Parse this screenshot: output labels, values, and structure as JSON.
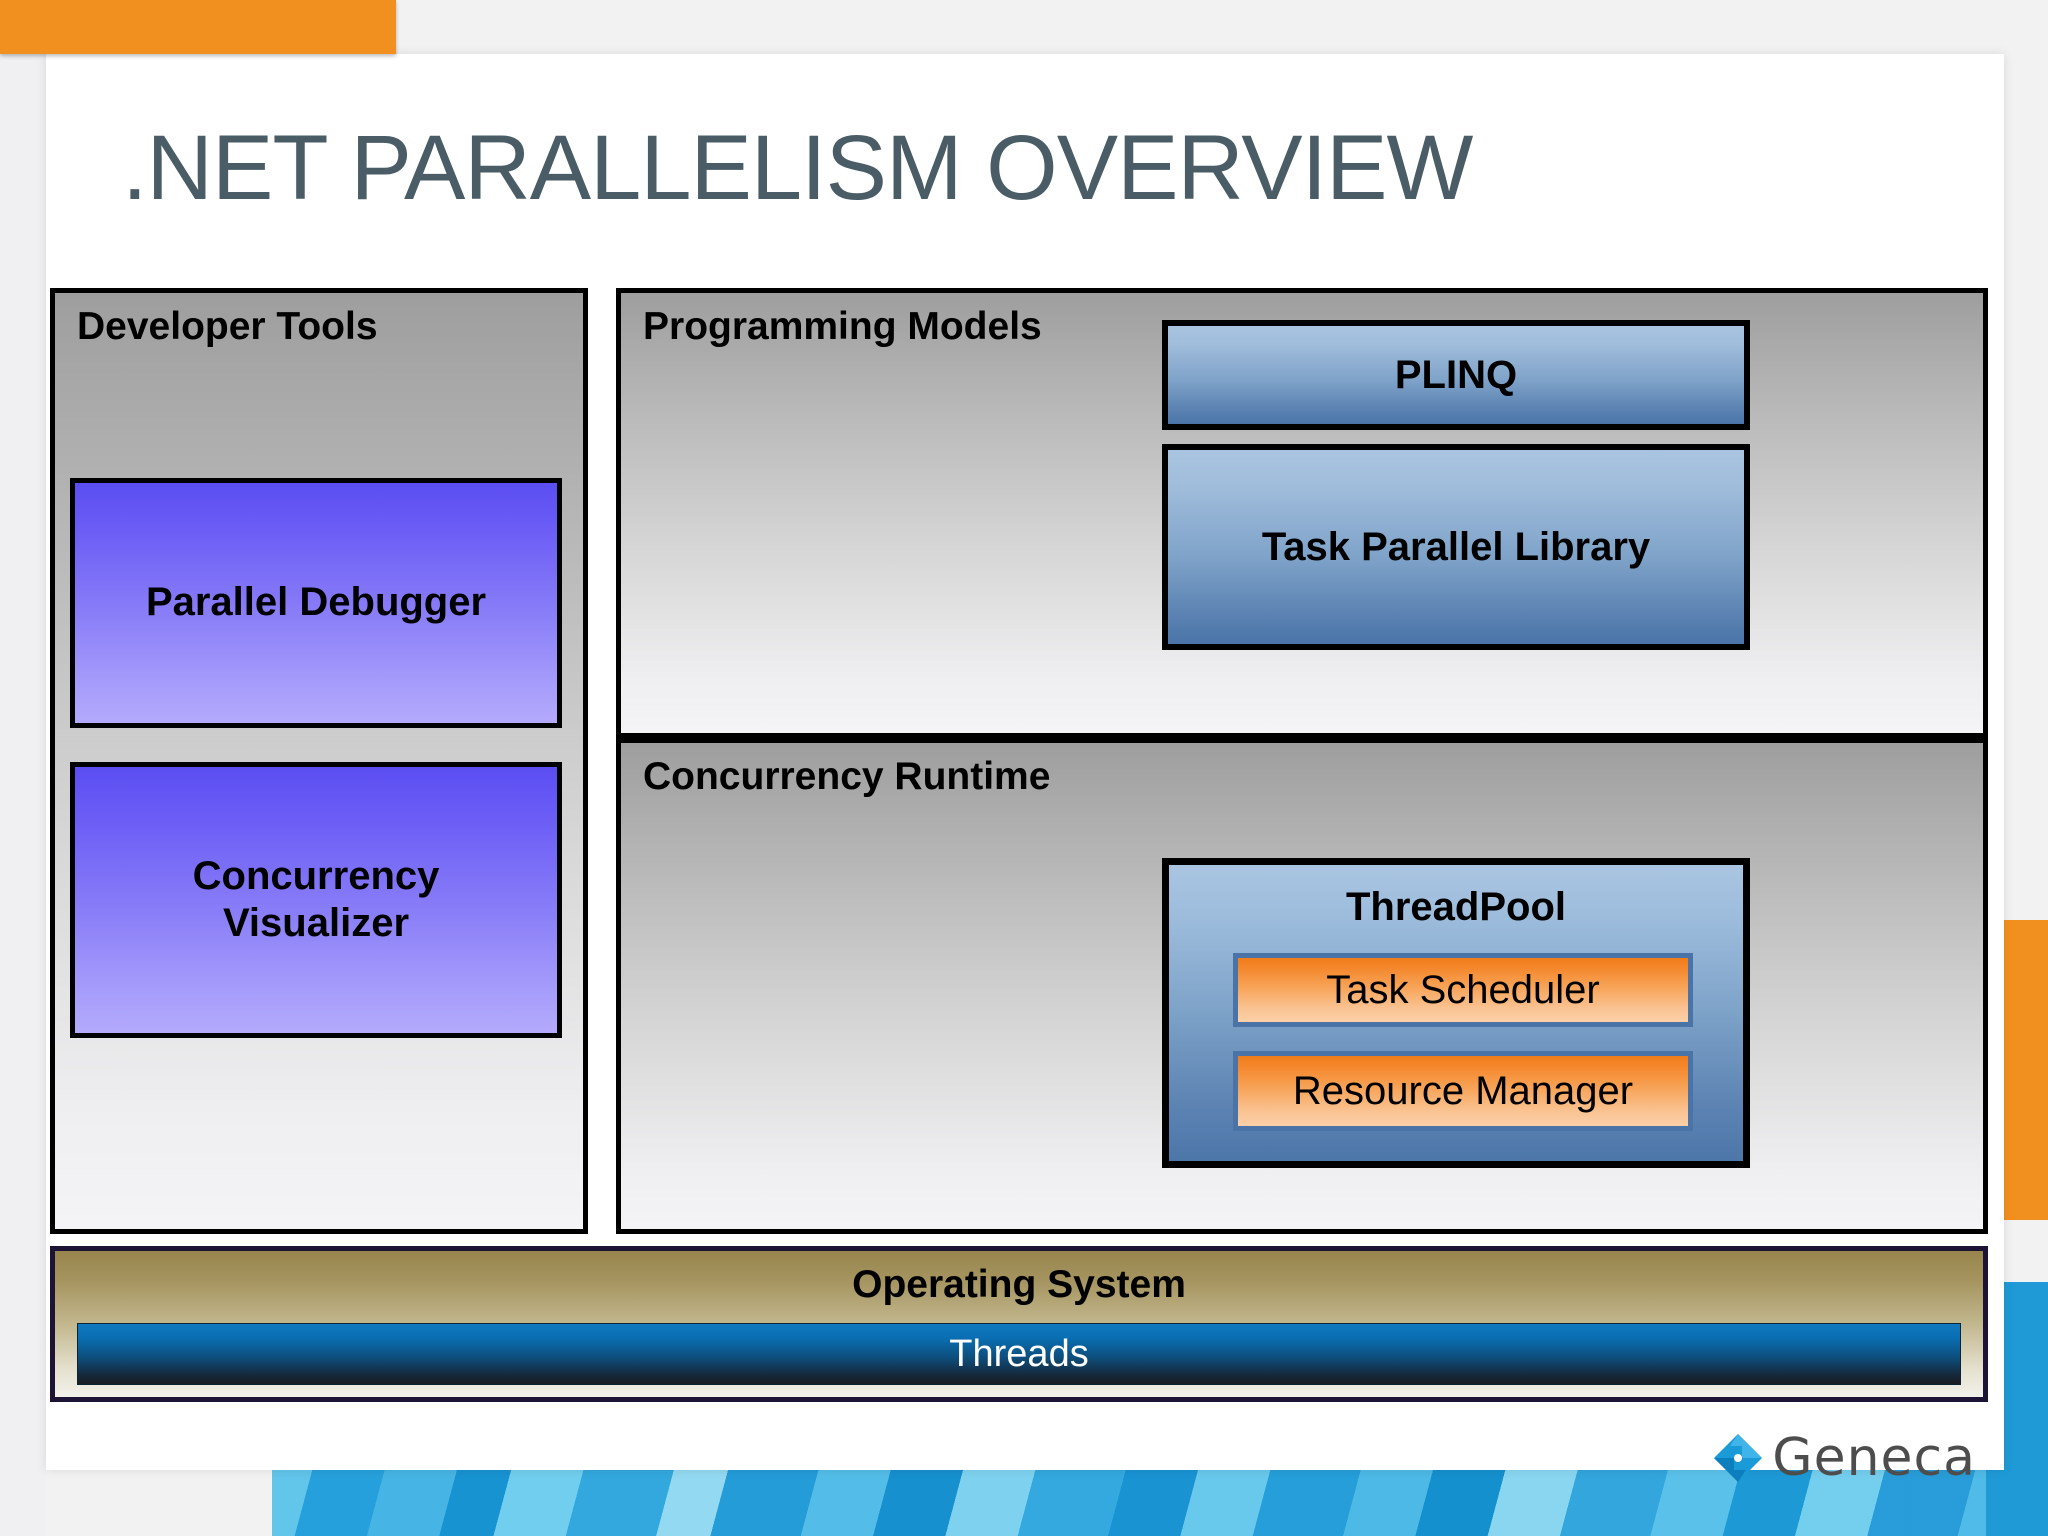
{
  "slide": {
    "title": ".NET PARALLELISM OVERVIEW"
  },
  "colors": {
    "accent_orange": "#f2901f",
    "accent_blue": "#1f9ad6",
    "title_text": "#4a5c66",
    "purple_box": "#6a5cf5",
    "blue_box": "#7fa3c9",
    "orange_box": "#f4862a",
    "os_bar": "#a5945f",
    "threads_bar": "#0a6fb4"
  },
  "diagram": {
    "developer_tools": {
      "label": "Developer Tools",
      "items": [
        {
          "label": "Parallel Debugger"
        },
        {
          "label": "Concurrency\nVisualizer",
          "line1": "Concurrency",
          "line2": "Visualizer"
        }
      ]
    },
    "programming_models": {
      "label": "Programming Models",
      "items": [
        {
          "label": "PLINQ"
        },
        {
          "label": "Task Parallel Library"
        }
      ]
    },
    "concurrency_runtime": {
      "label": "Concurrency Runtime",
      "threadpool": {
        "label": "ThreadPool",
        "items": [
          {
            "label": "Task Scheduler"
          },
          {
            "label": "Resource Manager"
          }
        ]
      }
    },
    "operating_system": {
      "label": "Operating System",
      "threads": {
        "label": "Threads"
      }
    }
  },
  "branding": {
    "logo_text": "Geneca",
    "logo_icon": "geneca-diamond-icon"
  }
}
